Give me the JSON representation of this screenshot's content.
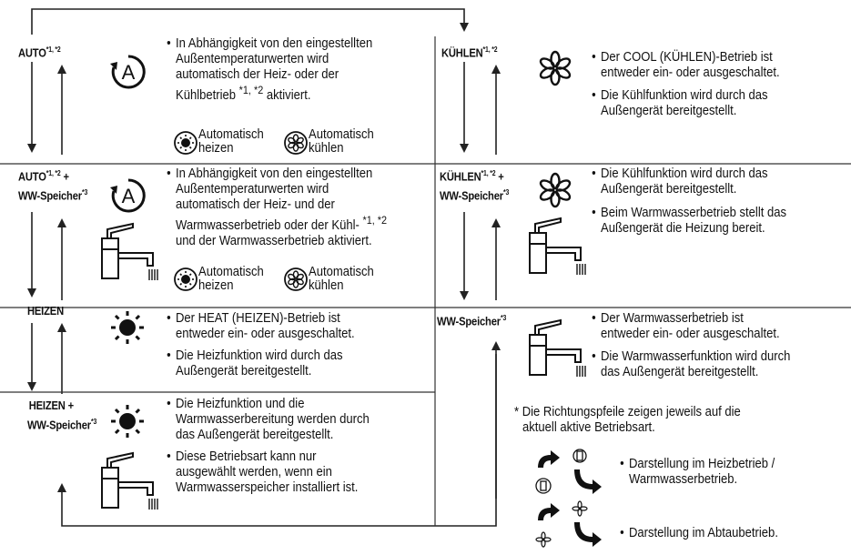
{
  "modes": {
    "auto": {
      "label": "AUTO",
      "sup": "*1, *2"
    },
    "auto_ww": {
      "line1": "AUTO",
      "sup": "*1, *2",
      "plus": " +",
      "line2": "WW-Speicher",
      "sup2": "*3"
    },
    "heizen": {
      "label": "HEIZEN"
    },
    "heizen_ww": {
      "line1": "HEIZEN +",
      "line2": "WW-Speicher",
      "sup2": "*3"
    },
    "kuehlen": {
      "label": "KÜHLEN",
      "sup": "*1, *2"
    },
    "kuehlen_ww": {
      "line1": "KÜHLEN",
      "sup": "*1, *2",
      "plus": " +",
      "line2": "WW-Speicher",
      "sup2": "*3"
    },
    "ww": {
      "label": "WW-Speicher",
      "sup": "*3"
    }
  },
  "auto_desc": {
    "l1": "In Abhängigkeit von den eingestellten",
    "l2": "Außentemperaturwerten wird",
    "l3": "automatisch der Heiz- oder der",
    "l4a": "Kühlbetrieb ",
    "l4sup": "*1, *2",
    "l4b": " aktiviert."
  },
  "auto_ww_desc": {
    "l1": "In Abhängigkeit von den eingestellten",
    "l2": "Außentemperaturwerten wird",
    "l3": "automatisch der Heiz- und der",
    "l4a": "Warmwasserbetrieb oder der Kühl- ",
    "l4sup": "*1, *2",
    "l5": "und der Warmwasserbetrieb aktiviert."
  },
  "auto_icons": {
    "heat_l1": "Automatisch",
    "heat_l2": "heizen",
    "cool_l1": "Automatisch",
    "cool_l2": "kühlen"
  },
  "heizen_desc": {
    "b1_l1": "Der HEAT (HEIZEN)-Betrieb ist",
    "b1_l2": "entweder ein- oder ausgeschaltet.",
    "b2_l1": "Die Heizfunktion wird durch das",
    "b2_l2": "Außengerät bereitgestellt."
  },
  "heizen_ww_desc": {
    "b1_l1": "Die Heizfunktion und die",
    "b1_l2": "Warmwasserbereitung werden durch",
    "b1_l3": "das Außengerät bereitgestellt.",
    "b2_l1": "Diese Betriebsart kann nur",
    "b2_l2": "ausgewählt werden, wenn ein",
    "b2_l3": "Warmwasserspeicher installiert ist."
  },
  "kuehlen_desc": {
    "b1_l1": "Der COOL (KÜHLEN)-Betrieb ist",
    "b1_l2": "entweder ein- oder ausgeschaltet.",
    "b2_l1": "Die Kühlfunktion wird durch das",
    "b2_l2": "Außengerät bereitgestellt."
  },
  "kuehlen_ww_desc": {
    "b1_l1": "Die Kühlfunktion wird durch das",
    "b1_l2": "Außengerät bereitgestellt.",
    "b2_l1": "Beim Warmwasserbetrieb stellt das",
    "b2_l2": "Außengerät die Heizung bereit."
  },
  "ww_desc": {
    "b1_l1": "Der Warmwasserbetrieb ist",
    "b1_l2": "entweder ein- oder ausgeschaltet.",
    "b2_l1": "Die Warmwasserfunktion wird durch",
    "b2_l2": "das Außengerät bereitgestellt."
  },
  "footnote": {
    "l1": "* Die Richtungspfeile zeigen jeweils auf die",
    "l2": "aktuell aktive Betriebsart.",
    "heat_l1": "Darstellung im Heizbetrieb /",
    "heat_l2": "Warmwasserbetrieb.",
    "defrost": "Darstellung im Abtaubetrieb."
  },
  "bullet": "•",
  "icons": [
    "auto-mode-icon",
    "snowflake-icon",
    "sun-icon",
    "faucet-icon",
    "auto-heat-icon",
    "auto-cool-icon",
    "rotate-arrow-icon"
  ]
}
